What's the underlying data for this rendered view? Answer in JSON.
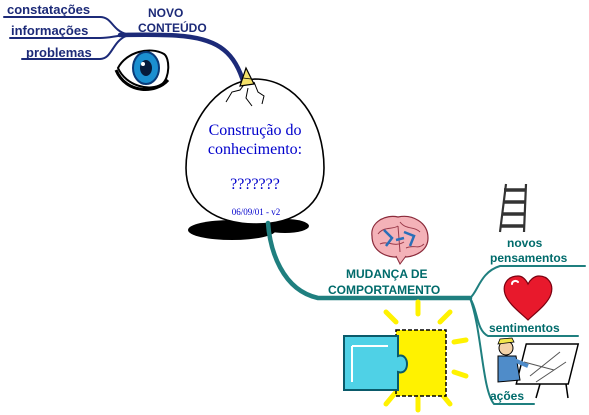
{
  "input_branches": {
    "items": [
      "constatações",
      "informações",
      "problemas"
    ],
    "header_line1": "NOVO",
    "header_line2": "CONTEÚDO"
  },
  "egg": {
    "title_line1": "Construção do",
    "title_line2": "conhecimento:",
    "question": "???????",
    "version": "06/09/01 - v2"
  },
  "outcome": {
    "title_line1": "MUDANÇA DE",
    "title_line2": "COMPORTAMENTO",
    "branches": [
      "novos",
      "pensamentos",
      "sentimentos",
      "ações"
    ]
  },
  "colors": {
    "navy_branch": "#1c2a78",
    "teal_branch": "#1f7f7f",
    "egg_text": "#0000cc",
    "outcome_text": "#006b6b",
    "heart": "#e8192c",
    "sun": "#fff200"
  },
  "icons": [
    "eye-icon",
    "brain-icon",
    "ladder-icon",
    "heart-icon",
    "worker-drawing-icon",
    "puzzle-sun-icon"
  ]
}
